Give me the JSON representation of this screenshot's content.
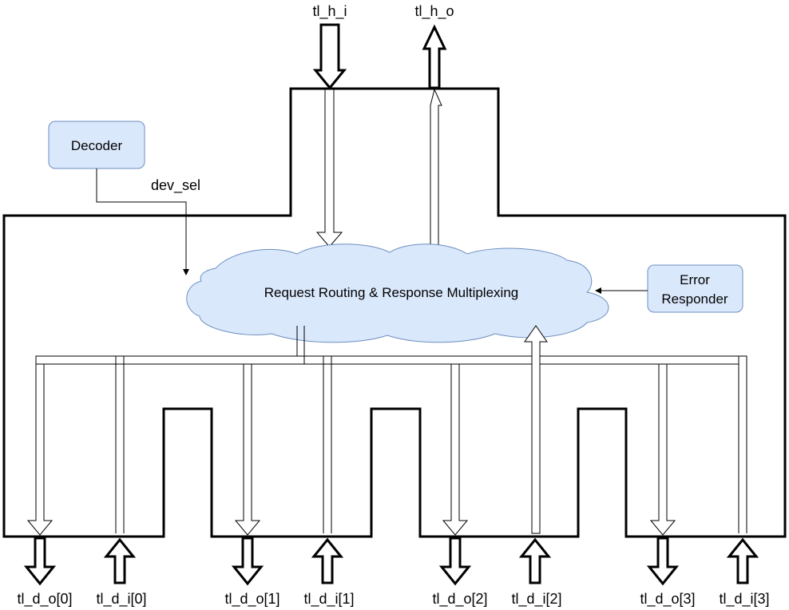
{
  "nodes": {
    "decoder": "Decoder",
    "error_responder_line1": "Error",
    "error_responder_line2": "Responder",
    "router": "Request Routing & Response Multiplexing"
  },
  "signals": {
    "dev_sel": "dev_sel",
    "host_in": "tl_h_i",
    "host_out": "tl_h_o"
  },
  "ports": [
    {
      "out": "tl_d_o[0]",
      "in": "tl_d_i[0]"
    },
    {
      "out": "tl_d_o[1]",
      "in": "tl_d_i[1]"
    },
    {
      "out": "tl_d_o[2]",
      "in": "tl_d_i[2]"
    },
    {
      "out": "tl_d_o[3]",
      "in": "tl_d_i[3]"
    }
  ],
  "colors": {
    "node_fill": "#dae8fc",
    "node_stroke": "#6c8ebf",
    "line": "#000000"
  }
}
